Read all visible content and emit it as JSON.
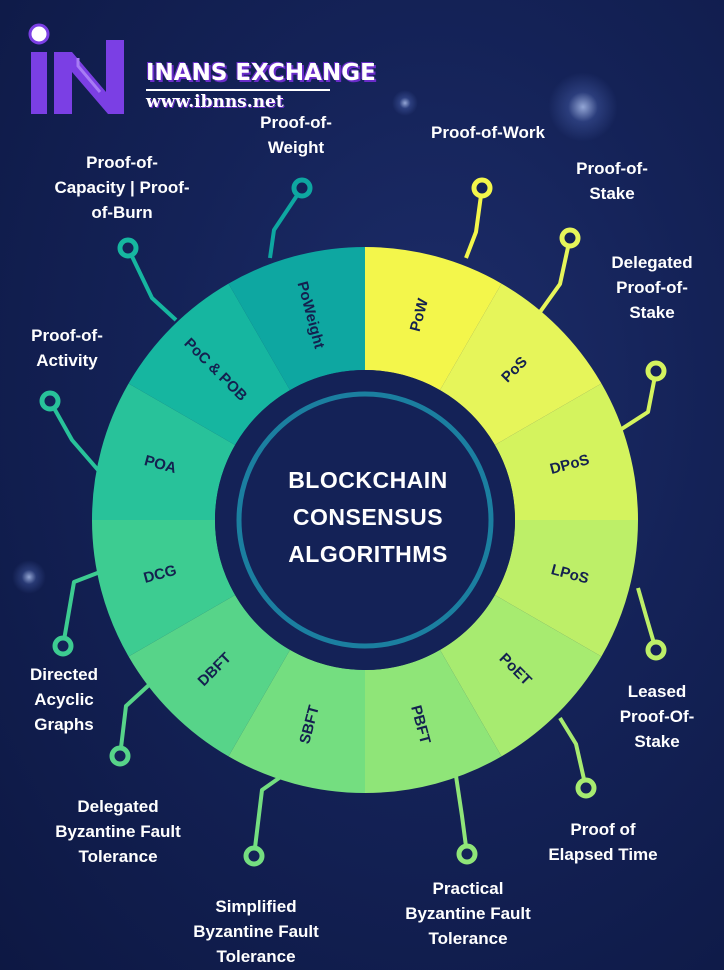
{
  "brand": {
    "name": "INANS EXCHANGE",
    "url": "www.ibnns.net",
    "colors": {
      "purple": "#7b3fe4",
      "white": "#ffffff"
    }
  },
  "diagram": {
    "title": "BLOCKCHAIN CONSENSUS ALGORITHMS",
    "title_lines": [
      "BLOCKCHAIN",
      "CONSENSUS",
      "ALGORITHMS"
    ],
    "colors": {
      "background": "#142257",
      "center": "#142257",
      "ring_outline": "#1b7fa0"
    },
    "segments": [
      {
        "abbr": "PoW",
        "name_lines": [
          "Proof-of-Work"
        ],
        "color": "#f3f64b"
      },
      {
        "abbr": "PoS",
        "name_lines": [
          "Proof-of-",
          "Stake"
        ],
        "color": "#e6f55a"
      },
      {
        "abbr": "DPoS",
        "name_lines": [
          "Delegated",
          "Proof-of-",
          "Stake"
        ],
        "color": "#d4f35e"
      },
      {
        "abbr": "LPoS",
        "name_lines": [
          "Leased",
          "Proof-Of-",
          "Stake"
        ],
        "color": "#bdef68"
      },
      {
        "abbr": "PoET",
        "name_lines": [
          "Proof of",
          "Elapsed Time"
        ],
        "color": "#a7eb70"
      },
      {
        "abbr": "PBFT",
        "name_lines": [
          "Practical",
          "Byzantine Fault",
          "Tolerance"
        ],
        "color": "#8fe578"
      },
      {
        "abbr": "SBFT",
        "name_lines": [
          "Simplified",
          "Byzantine Fault",
          "Tolerance"
        ],
        "color": "#74de80"
      },
      {
        "abbr": "DBFT",
        "name_lines": [
          "Delegated",
          "Byzantine Fault",
          "Tolerance"
        ],
        "color": "#57d489"
      },
      {
        "abbr": "DCG",
        "name_lines": [
          "Directed",
          "Acyclic",
          "Graphs"
        ],
        "color": "#3dcc91"
      },
      {
        "abbr": "POA",
        "name_lines": [
          "Proof-of-",
          "Activity"
        ],
        "color": "#28c29a"
      },
      {
        "abbr": "PoC & POB",
        "name_lines": [
          "Proof-of-",
          "Capacity | Proof-",
          "of-Burn"
        ],
        "color": "#16b6a0"
      },
      {
        "abbr": "PoWeight",
        "name_lines": [
          "Proof-of-",
          "Weight"
        ],
        "color": "#0ea7a1"
      }
    ]
  }
}
